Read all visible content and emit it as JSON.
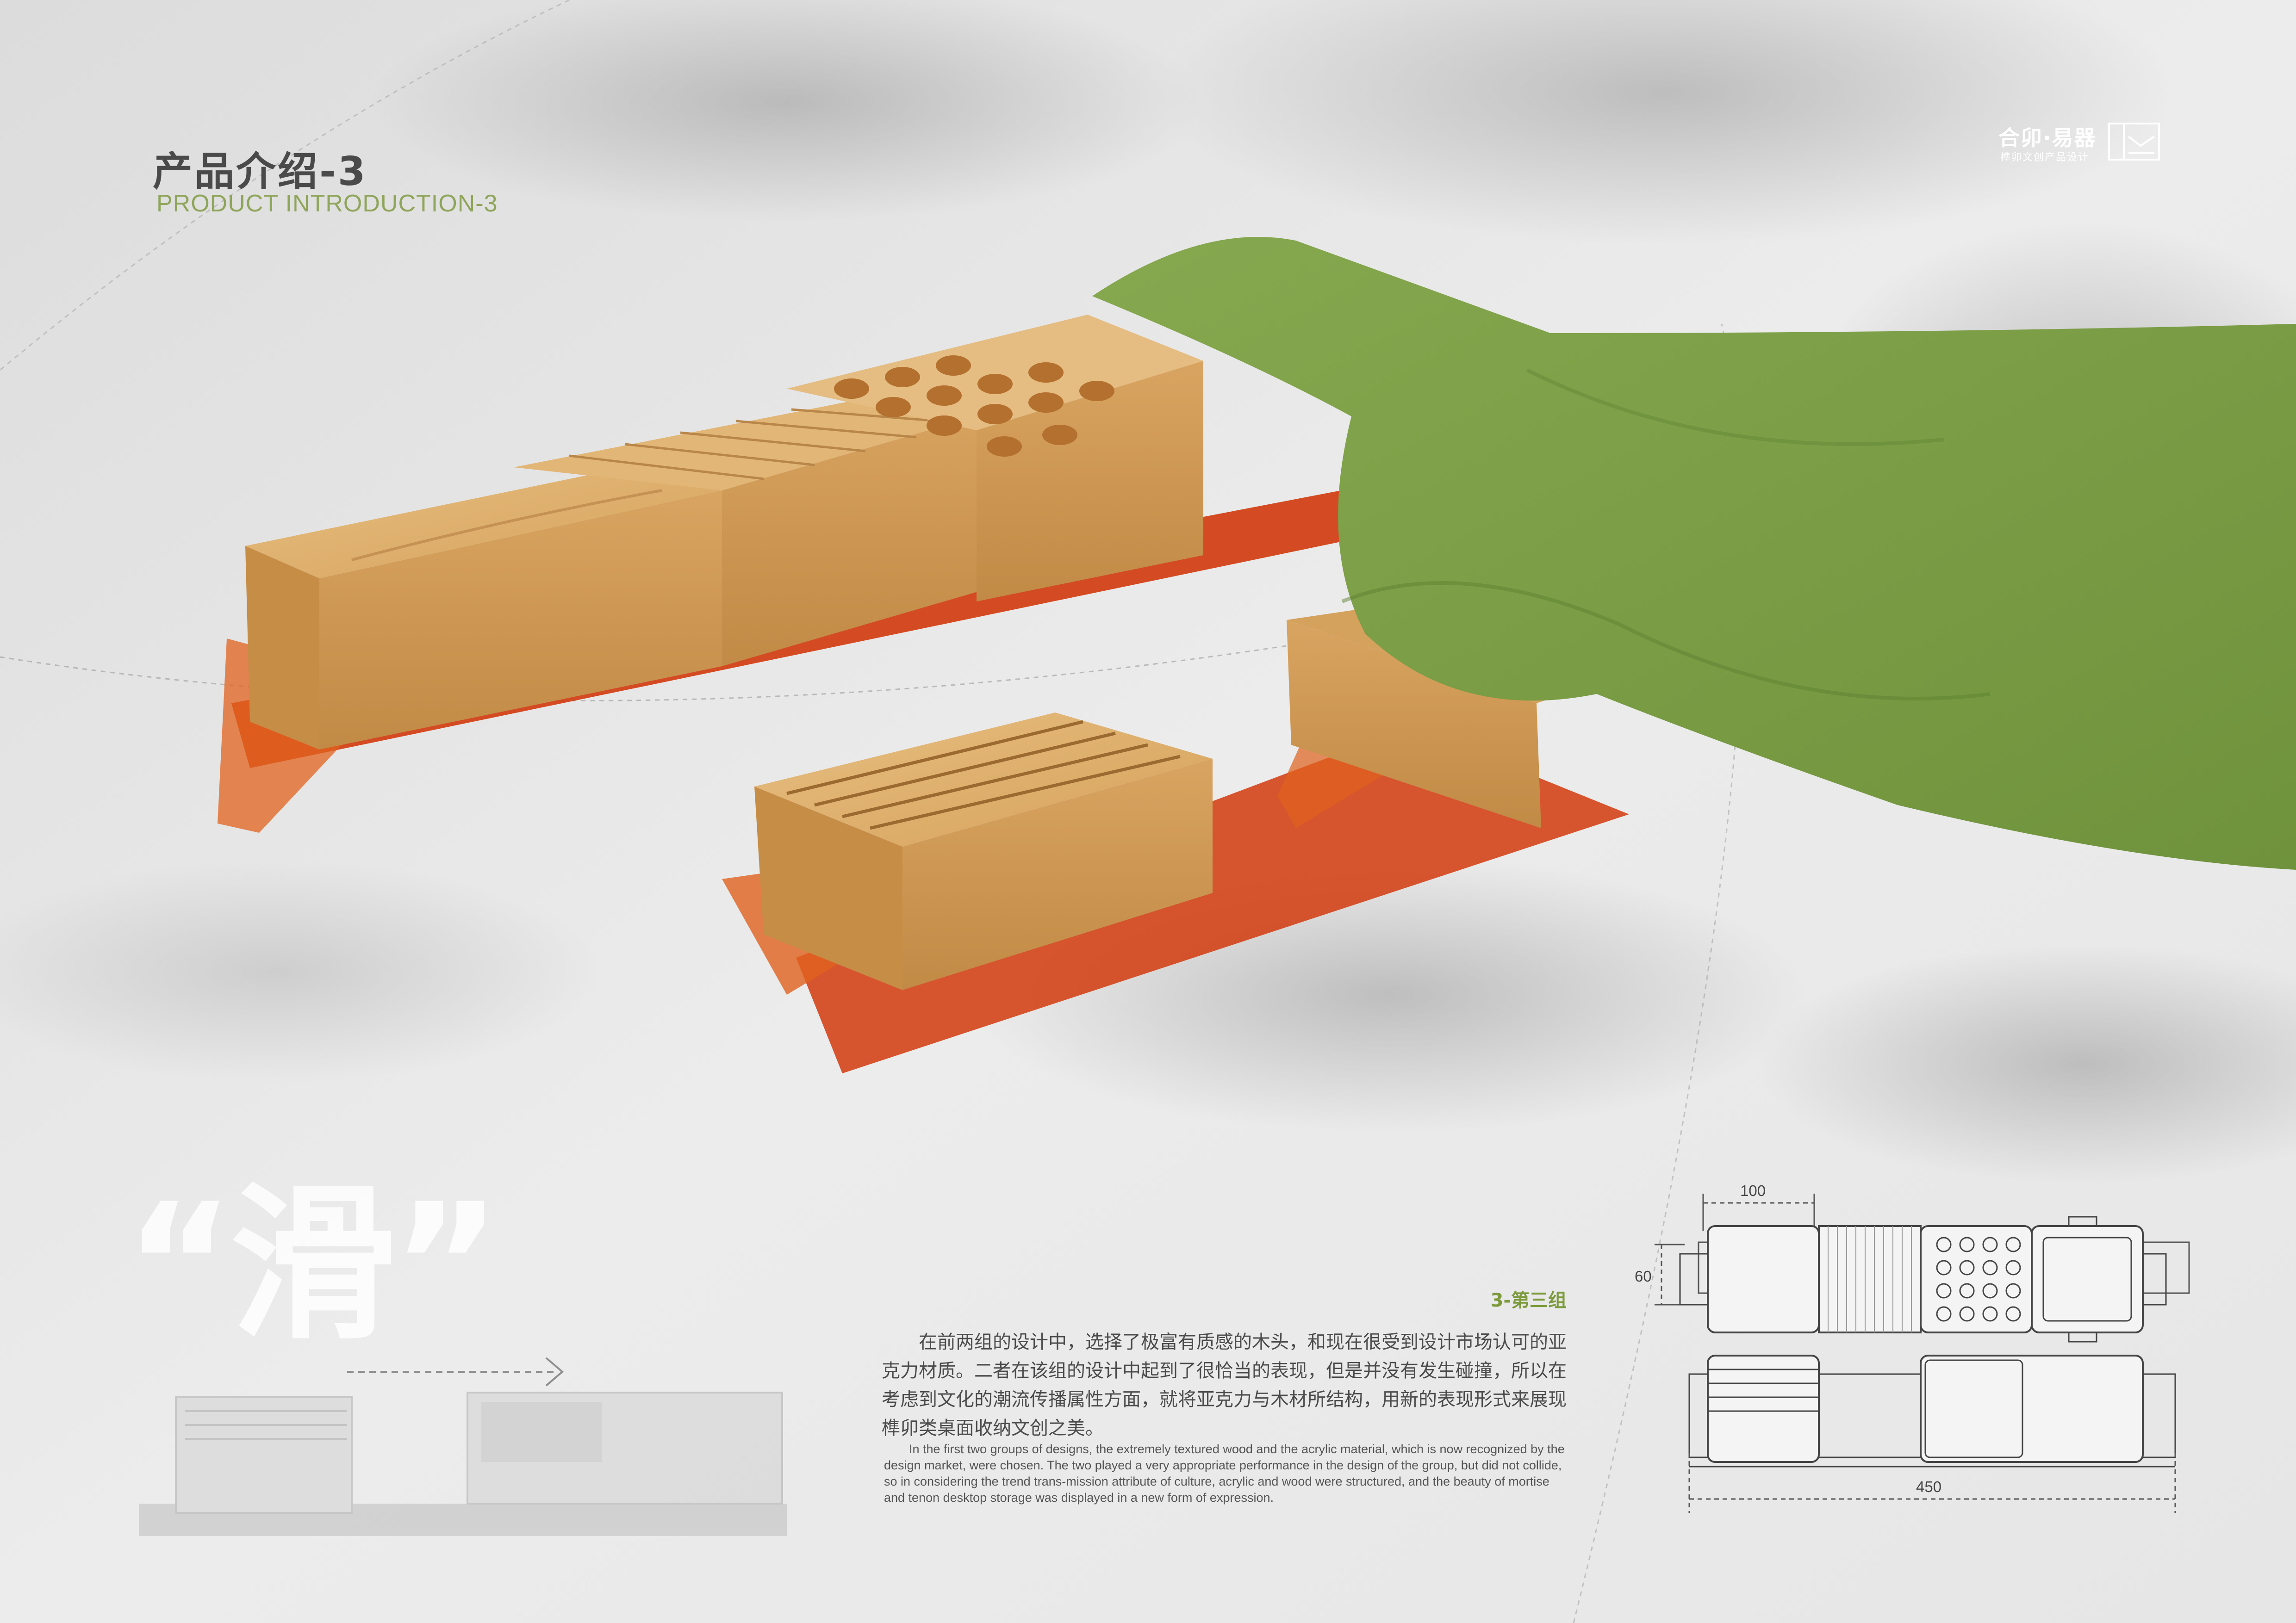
{
  "header": {
    "title_zh": "产品介绍-3",
    "title_en": "PRODUCT INTRODUCTION-3"
  },
  "brand": {
    "name": "合卯·易器",
    "subtitle": "榫卯文创产品设计"
  },
  "feature_word": "“滑”",
  "section": {
    "label": "3-第三组",
    "description_zh": "在前两组的设计中，选择了极富有质感的木头，和现在很受到设计市场认可的亚克力材质。二者在该组的设计中起到了很恰当的表现，但是并没有发生碰撞，所以在考虑到文化的潮流传播属性方面，就将亚克力与木材所结构，用新的表现形式来展现榫卯类桌面收纳文创之美。",
    "description_en": "In the first two groups of designs, the extremely textured wood and the acrylic material, which is now recognized by the design market, were chosen. The two played a very appropriate performance in the design of the group, but did not collide, so in considering the trend trans-mission attribute of culture, acrylic and wood were structured, and the beauty of mortise and tenon desktop storage was displayed in a new form of expression."
  },
  "dimensions": {
    "width_top": "100",
    "height_side": "60",
    "total_length": "450"
  },
  "colors": {
    "title_accent": "#8fa55a",
    "section_accent": "#7c9a3c",
    "wood": "#d9a864",
    "acrylic": "#d8420f",
    "cloth": "#7fa04a"
  },
  "icons": {
    "brand_logo": "window-seal-icon",
    "slide_arrow": "dashed-arrow-right-icon"
  }
}
